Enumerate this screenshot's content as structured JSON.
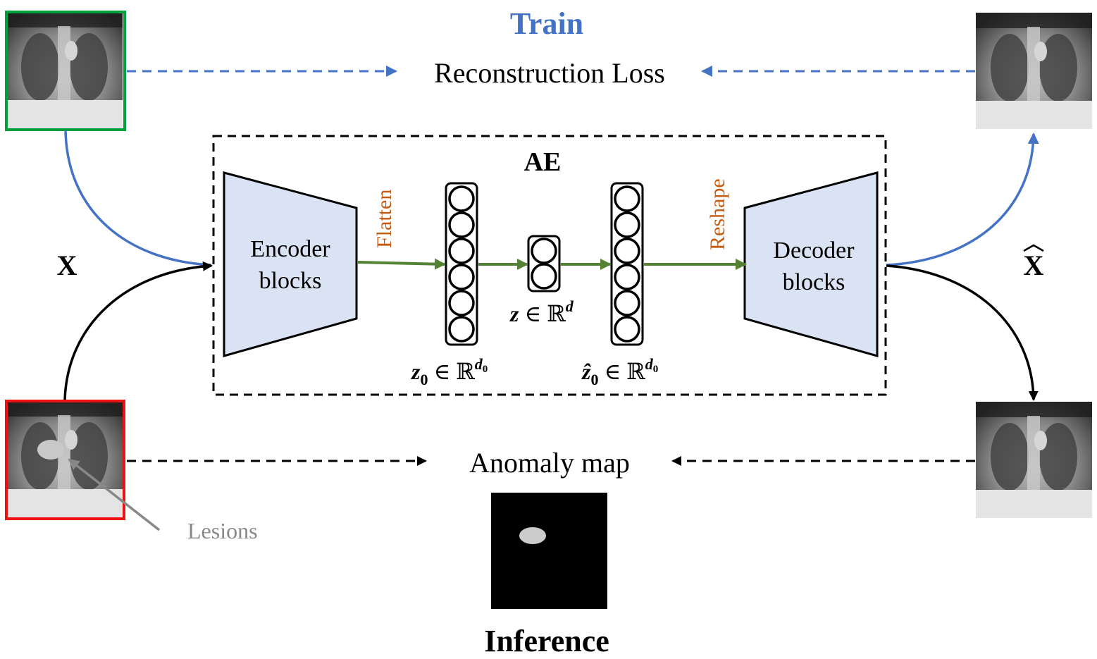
{
  "diagram": {
    "title_train": "Train",
    "title_inference": "Inference",
    "reconstruction_loss": "Reconstruction Loss",
    "anomaly_map": "Anomaly map",
    "ae_label": "AE",
    "encoder": {
      "line1": "Encoder",
      "line2": "blocks"
    },
    "decoder": {
      "line1": "Decoder",
      "line2": "blocks"
    },
    "flatten": "Flatten",
    "reshape": "Reshape",
    "input_label": "X",
    "output_label": "X",
    "output_hat": "^",
    "lesions": "Lesions",
    "z0": {
      "sym": "z",
      "sub": "0",
      "in": " ∈ ℝ",
      "sup": "d",
      "supsub": "0"
    },
    "z": {
      "sym": "z",
      "in": " ∈ ℝ",
      "sup": "d"
    },
    "z0hat": {
      "sym": "ẑ",
      "sub": "0",
      "in": " ∈ ℝ",
      "sup": "d",
      "supsub": "0"
    }
  },
  "colors": {
    "train_blue": "#4472c4",
    "flow_green": "#548235",
    "label_orange": "#c55a11",
    "block_fill": "#dae3f3",
    "normal_border": "#00a03c",
    "anomaly_border": "#ee1111",
    "lesion_gray": "#888888"
  }
}
